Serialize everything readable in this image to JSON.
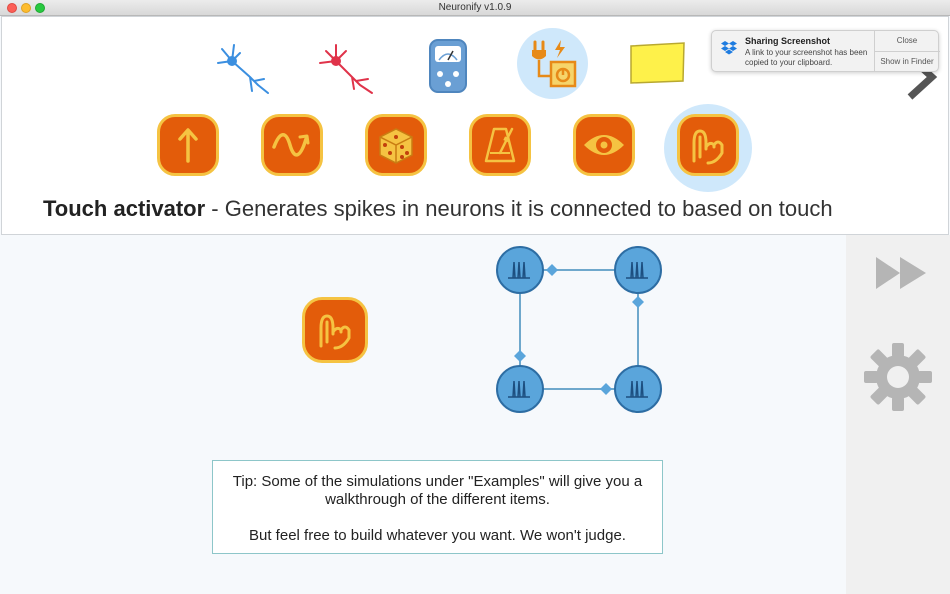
{
  "window": {
    "title": "Neuronify v1.0.9"
  },
  "palette": {
    "row1": [
      {
        "name": "Excitatory neuron",
        "icon": "excitatory-neuron-icon"
      },
      {
        "name": "Inhibitory neuron",
        "icon": "inhibitory-neuron-icon"
      },
      {
        "name": "Meter",
        "icon": "meter-icon"
      },
      {
        "name": "Generator",
        "icon": "generator-icon",
        "selected": true
      },
      {
        "name": "Annotation",
        "icon": "note-icon"
      }
    ],
    "row2": [
      {
        "icon": "arrow-up-icon"
      },
      {
        "icon": "sine-wave-icon"
      },
      {
        "icon": "dice-icon"
      },
      {
        "icon": "metronome-icon"
      },
      {
        "icon": "eye-icon"
      },
      {
        "icon": "touch-hand-icon",
        "selected": true
      }
    ],
    "caption": {
      "title": "Touch activator",
      "text": " - Generates spikes in neurons it is connected to based on touch"
    }
  },
  "notification": {
    "title": "Sharing Screenshot",
    "body": "A link to your screenshot has been copied to your clipboard.",
    "close_label": "Close",
    "show_label": "Show in Finder"
  },
  "tip": {
    "line1": "Tip: Some of the simulations under \"Examples\" will give you a walkthrough of the different items.",
    "line2": "But feel free to build whatever you want. We won't judge."
  },
  "colors": {
    "orange": "#e35c0a",
    "yellow_border": "#f5c342",
    "neuron_blue": "#5aa5db",
    "neuron_stroke": "#2d6da3",
    "selection": "#cfe8fb"
  }
}
